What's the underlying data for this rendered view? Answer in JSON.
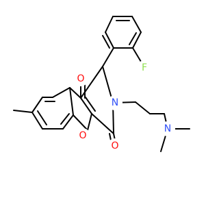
{
  "molecule": {
    "atom_labels": {
      "ketone_oxygen": "O",
      "lactam_oxygen": "O",
      "ring_oxygen": "O",
      "lactam_nitrogen": "N",
      "amine_nitrogen": "N",
      "fluorine": "F"
    },
    "colors": {
      "oxygen": "#ff0d0d",
      "nitrogen": "#3050f8",
      "fluorine": "#90e050",
      "bond": "#000000"
    }
  }
}
